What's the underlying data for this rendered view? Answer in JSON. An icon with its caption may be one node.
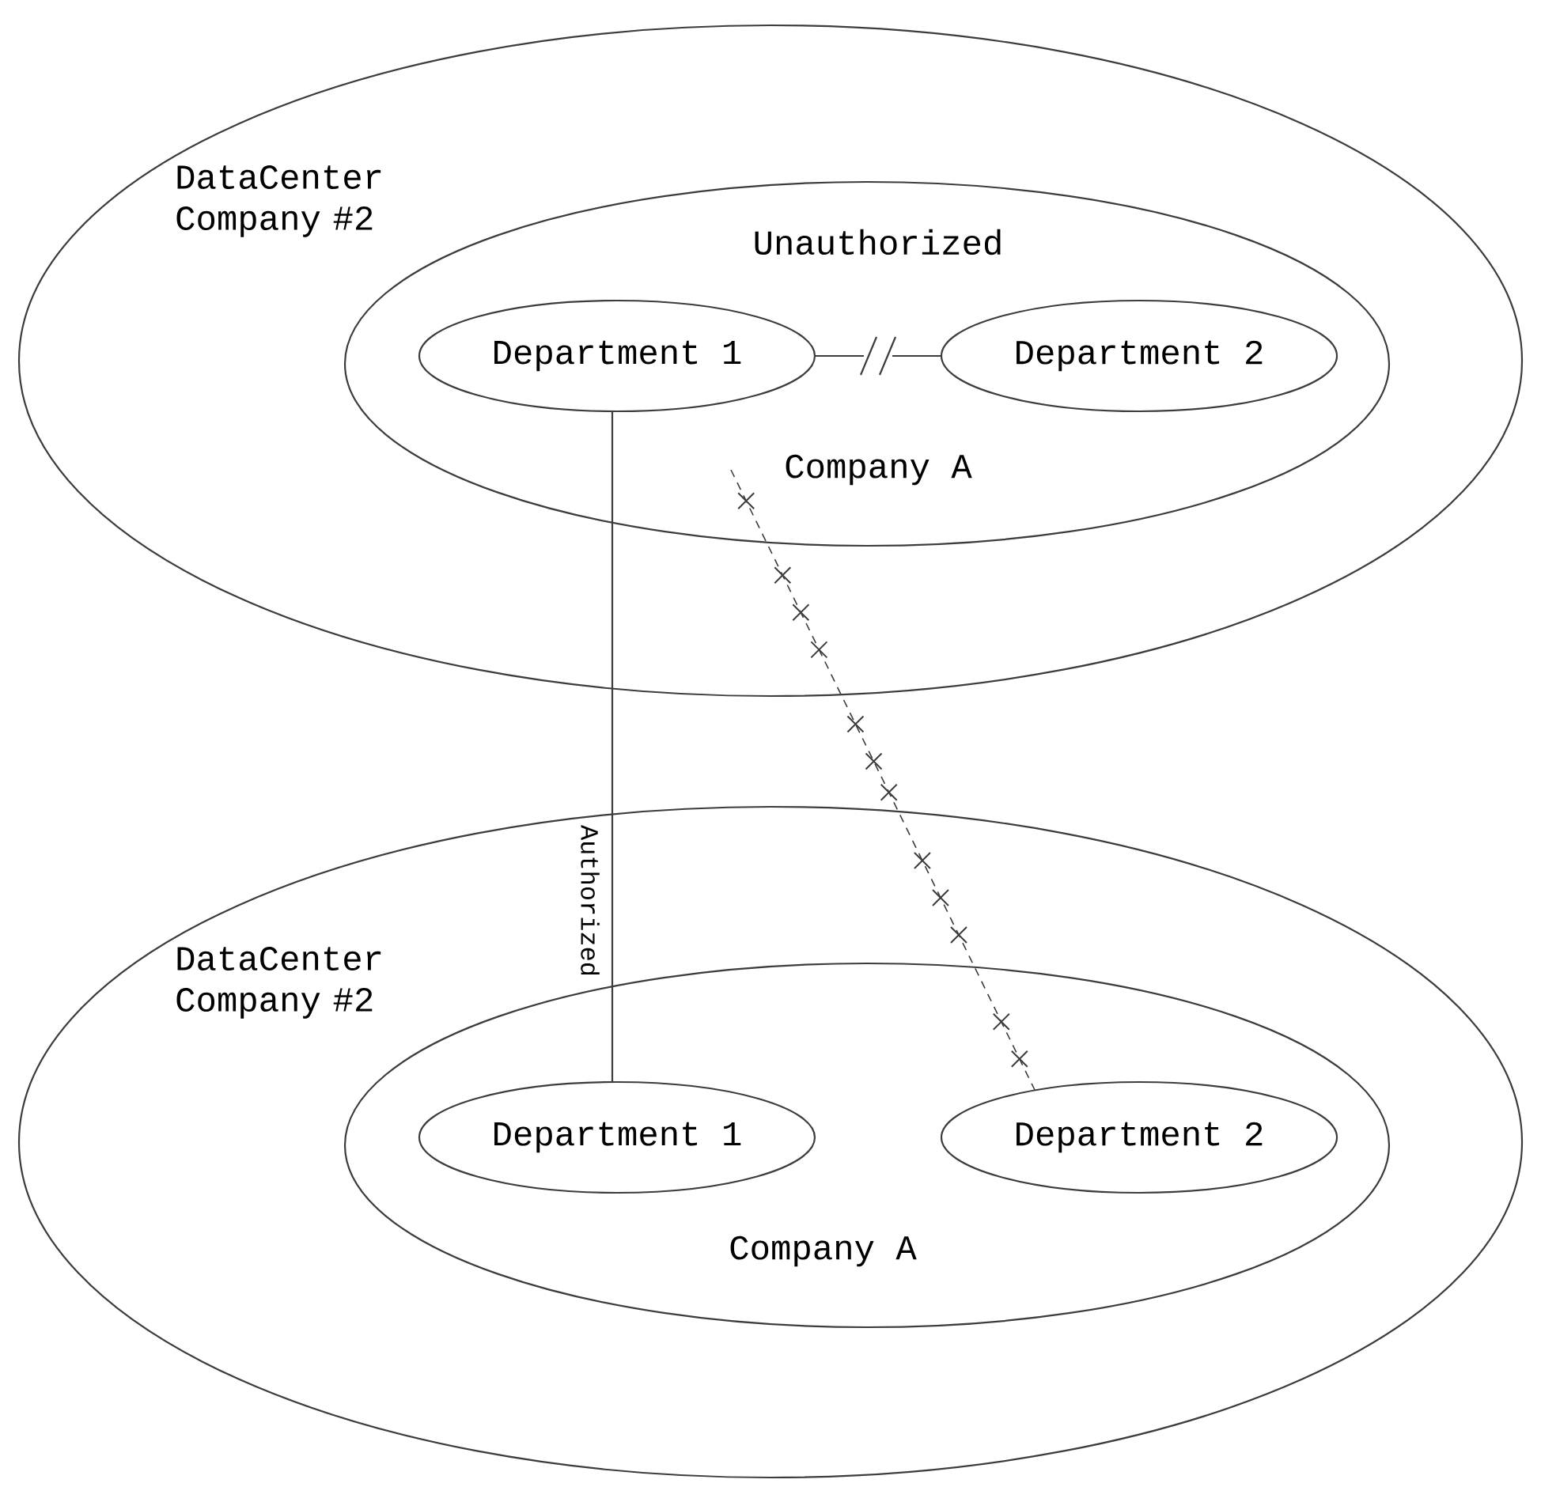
{
  "diagram": {
    "nodes": [
      {
        "text": [
          "DataCenter Company #2"
        ]
      },
      {
        "text": [
          "Company A"
        ],
        "in": 0
      },
      {
        "text": [
          "Department 1"
        ],
        "in": 1
      },
      {
        "text": [
          "Department 2"
        ],
        "in": 1
      },
      {
        "text": [
          "DataCenter Company #2"
        ]
      },
      {
        "text": [
          "Company A"
        ],
        "in": 4
      },
      {
        "text": [
          "Department 1"
        ],
        "in": 5
      },
      {
        "text": [
          "Department 2"
        ],
        "in": 5
      }
    ],
    "edges": [
      {
        "from": 2,
        "to": 3,
        "arrow": "none",
        "label": "Unauthorized"
      },
      {
        "from": 2,
        "to": 6,
        "arrow": "none",
        "label": "Authorized"
      },
      {
        "from": 1,
        "to": 7,
        "arrow": "none",
        "style": "dashed"
      }
    ]
  }
}
